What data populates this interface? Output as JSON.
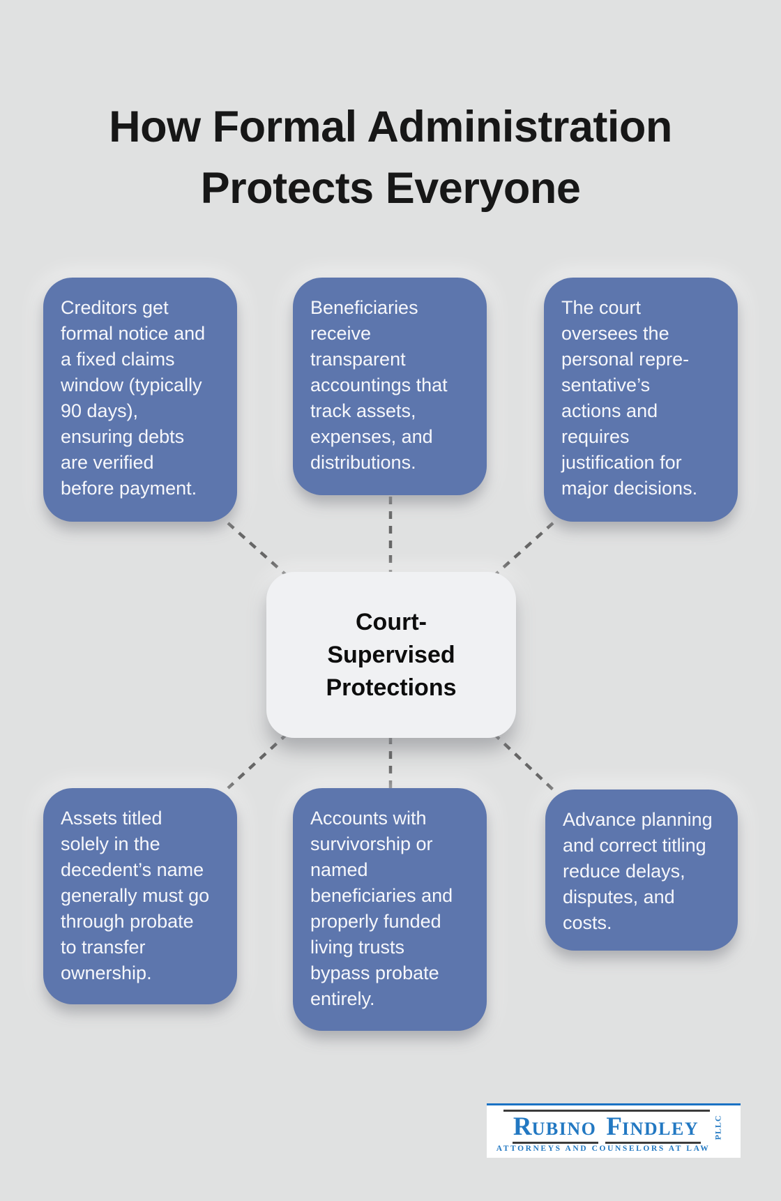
{
  "title": "How Formal Administration\nProtects Everyone",
  "center": {
    "label": "Court-\nSupervised\nProtections"
  },
  "boxes": [
    {
      "id": "creditors-notice",
      "text": "Creditors get\nformal notice and\na fixed claims\nwindow (typically\n90 days),\nensuring debts\nare verified\nbefore payment."
    },
    {
      "id": "beneficiaries-accountings",
      "text": "Beneficiaries\nreceive\ntransparent\naccountings that\ntrack assets,\nexpenses, and\ndistributions."
    },
    {
      "id": "court-oversight",
      "text": "The court\noversees the\npersonal repre-\nsentative’s\nactions and\nrequires\njustification for\nmajor decisions."
    },
    {
      "id": "assets-probate",
      "text": "Assets titled\nsolely in the\ndecedent’s name\ngenerally must go\nthrough probate\nto transfer\nownership."
    },
    {
      "id": "accounts-bypass",
      "text": "Accounts with\nsurvivorship or\nnamed\nbeneficiaries and\nproperly funded\nliving trusts\nbypass probate\nentirely."
    },
    {
      "id": "advance-planning",
      "text": "Advance planning\nand correct titling\nreduce delays,\ndisputes, and\ncosts."
    }
  ],
  "logo": {
    "name_r_initial": "R",
    "name_r_rest": "UBINO",
    "name_f_initial": "F",
    "name_f_rest": "INDLEY",
    "suffix": "PLLC",
    "tagline": "ATTORNEYS AND COUNSELORS AT LAW"
  },
  "colors": {
    "background": "#e0e1e1",
    "node_blue": "#5d76ad",
    "node_text": "#f6f7fb",
    "center_node_bg": "#f0f1f3",
    "title_text": "#171717",
    "connector_gray": "#666666",
    "logo_blue": "#2278c2",
    "logo_rule_dark": "#3c3c3c",
    "logo_top_line": "#1a72c4"
  }
}
